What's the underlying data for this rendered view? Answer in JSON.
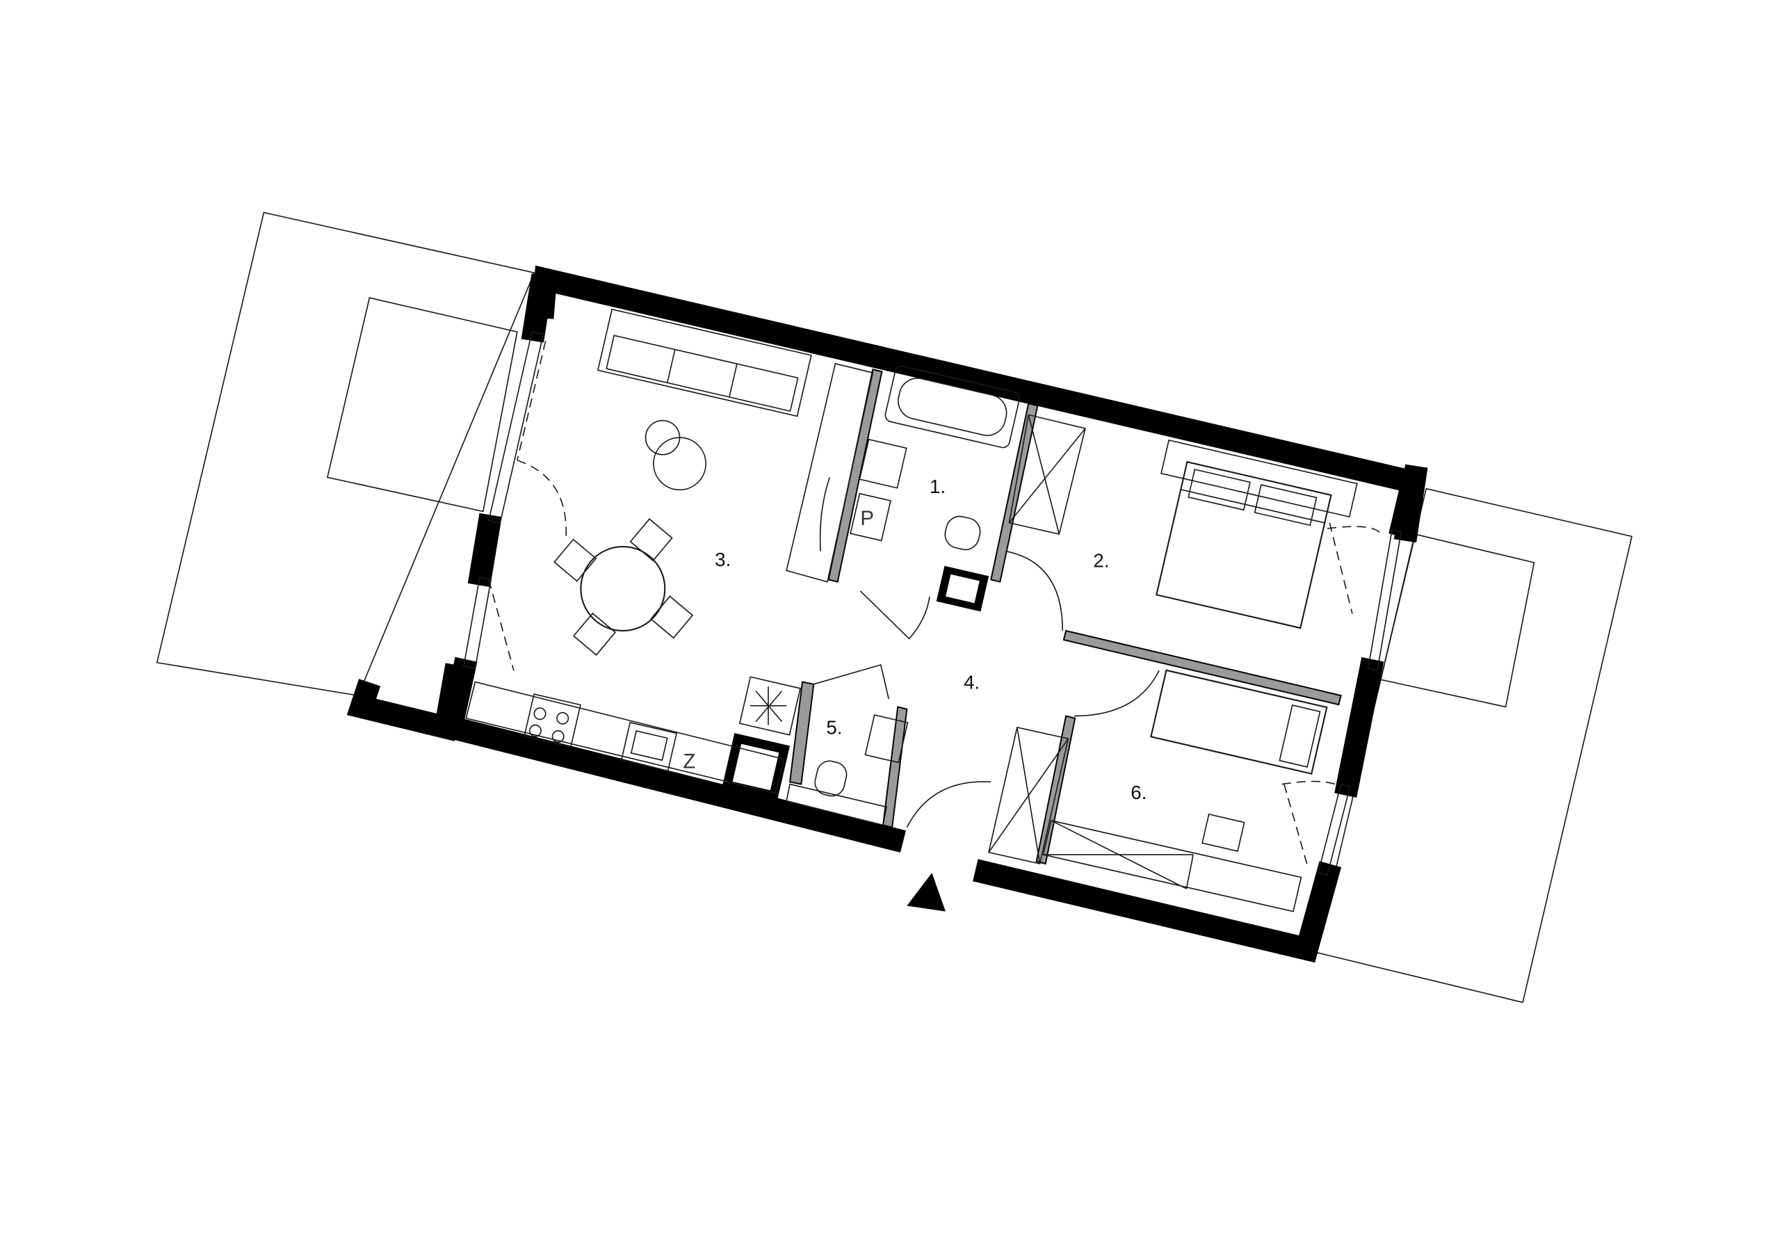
{
  "plan": {
    "rooms": [
      {
        "number": "1."
      },
      {
        "number": "2."
      },
      {
        "number": "3."
      },
      {
        "number": "4."
      },
      {
        "number": "5."
      },
      {
        "number": "6."
      }
    ],
    "fixtures": {
      "bathroom_p": "P",
      "kitchen_z": "Z"
    },
    "entrance": "entrance-arrow"
  }
}
